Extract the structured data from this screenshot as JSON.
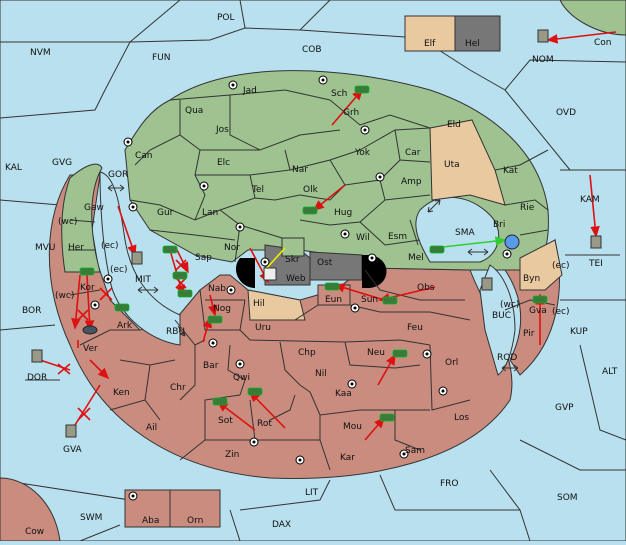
{
  "colors": {
    "sea": "#b9e0ee",
    "green_power": "#9ec290",
    "red_power": "#c98c7e",
    "tan_power": "#e8c9a0",
    "grey_power": "#777777",
    "order_arrow": "#dd1111",
    "support_line": "#33cc33"
  },
  "labels": {
    "POL": "POL",
    "NVM": "NVM",
    "FUN": "FUN",
    "COB": "COB",
    "Elf": "Elf",
    "Hel": "Hel",
    "Con": "Con",
    "NOM": "NOM",
    "OVD": "OVD",
    "KAL": "KAL",
    "GVG": "GVG",
    "Jad": "Jad",
    "Sch": "Sch",
    "Grh": "Grh",
    "Qua": "Qua",
    "Jos": "Jos",
    "Eld": "Eld",
    "Can": "Can",
    "Yok": "Yok",
    "Car": "Car",
    "Uta": "Uta",
    "Kat": "Kat",
    "Elc": "Elc",
    "Nar": "Nar",
    "Amp": "Amp",
    "GOR": "GOR",
    "Tel": "Tel",
    "Olk": "Olk",
    "KAM": "KAM",
    "Gaw": "Gaw",
    "Gur": "Gur",
    "Lan": "Lan",
    "Hug": "Hug",
    "Rie": "Rie",
    "wc": "(wc)",
    "ec": "(ec)",
    "Bri": "Bri",
    "Her": "Her",
    "Nor": "Nor",
    "Wil": "Wil",
    "Esm": "Esm",
    "SMA": "SMA",
    "MVU": "MVU",
    "Skr": "Skr",
    "Mel": "Mel",
    "TEI": "TEI",
    "Sap": "Sap",
    "Web": "Web",
    "Ost": "Ost",
    "Byn": "Byn",
    "MIT": "MIT",
    "Kor": "Kor",
    "Nab": "Nab",
    "Obs": "Obs",
    "Hil": "Hil",
    "Eun": "Eun",
    "Sun": "Sun",
    "BOR": "BOR",
    "Gva": "Gva",
    "KUP": "KUP",
    "Ark": "Ark",
    "Nog": "Nog",
    "BUC": "BUC",
    "Pir": "Pir",
    "RBU": "RBU",
    "Uru": "Uru",
    "Feu": "Feu",
    "Ver": "Ver",
    "Chp": "Chp",
    "Neu": "Neu",
    "DOR": "DOR",
    "Orl": "Orl",
    "ROD": "ROD",
    "Bar": "Bar",
    "Qwi": "Qwi",
    "Nil": "Nil",
    "ALT": "ALT",
    "Chr": "Chr",
    "Ken": "Ken",
    "Kaa": "Kaa",
    "GVP": "GVP",
    "Sot": "Sot",
    "Rot": "Rot",
    "Los": "Los",
    "Ail": "Ail",
    "Mou": "Mou",
    "GVA": "GVA",
    "Zin": "Zin",
    "Kar": "Kar",
    "Sam": "Sam",
    "FRO": "FRO",
    "LIT": "LIT",
    "SOM": "SOM",
    "Aba": "Aba",
    "Orn": "Orn",
    "SWM": "SWM",
    "DAX": "DAX",
    "Cow": "Cow"
  }
}
